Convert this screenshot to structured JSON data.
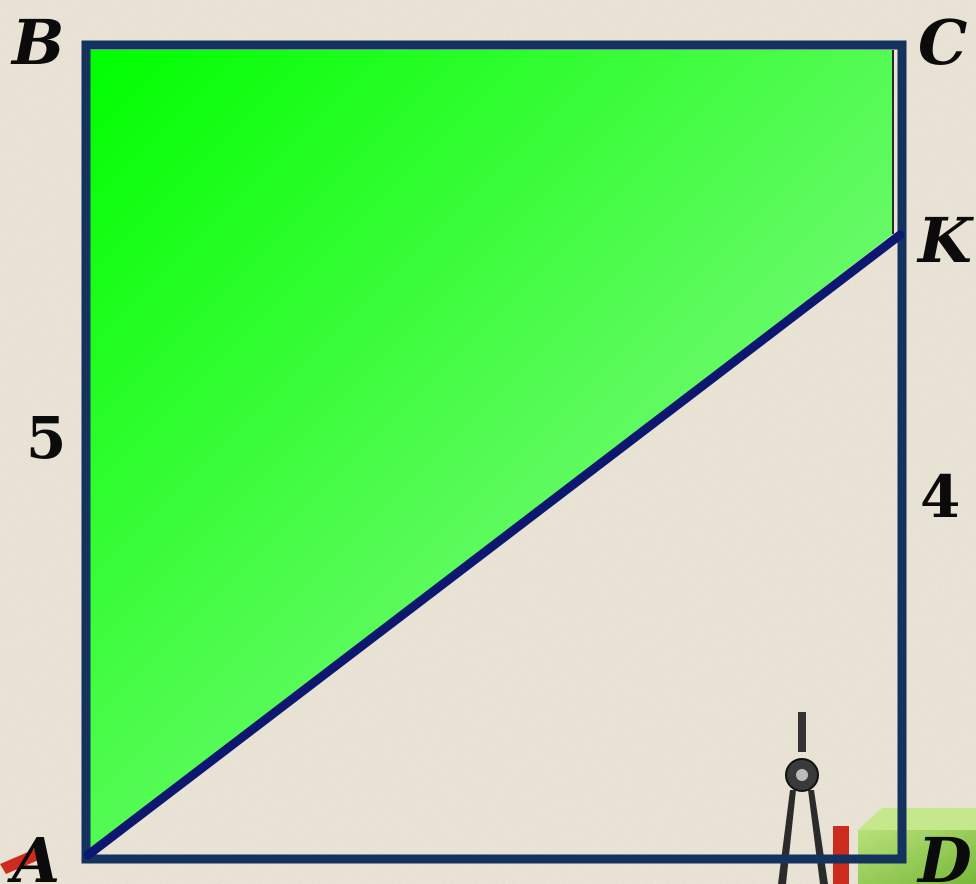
{
  "figure": {
    "vertices": {
      "A": "A",
      "B": "B",
      "C": "C",
      "D": "D",
      "K": "K"
    },
    "side_lengths": {
      "AB": "5",
      "KD": "4"
    },
    "colors": {
      "fill_gradient_start": "#00ff00",
      "fill_gradient_end": "#a6f7a6",
      "square_outline": "#13325e",
      "segment_AK": "#0d1770",
      "background": "#efe9dc"
    }
  },
  "decorations": {
    "compass_icon": "compass-icon",
    "ruler_icon": "ruler-icon",
    "block_icon": "block-icon"
  }
}
